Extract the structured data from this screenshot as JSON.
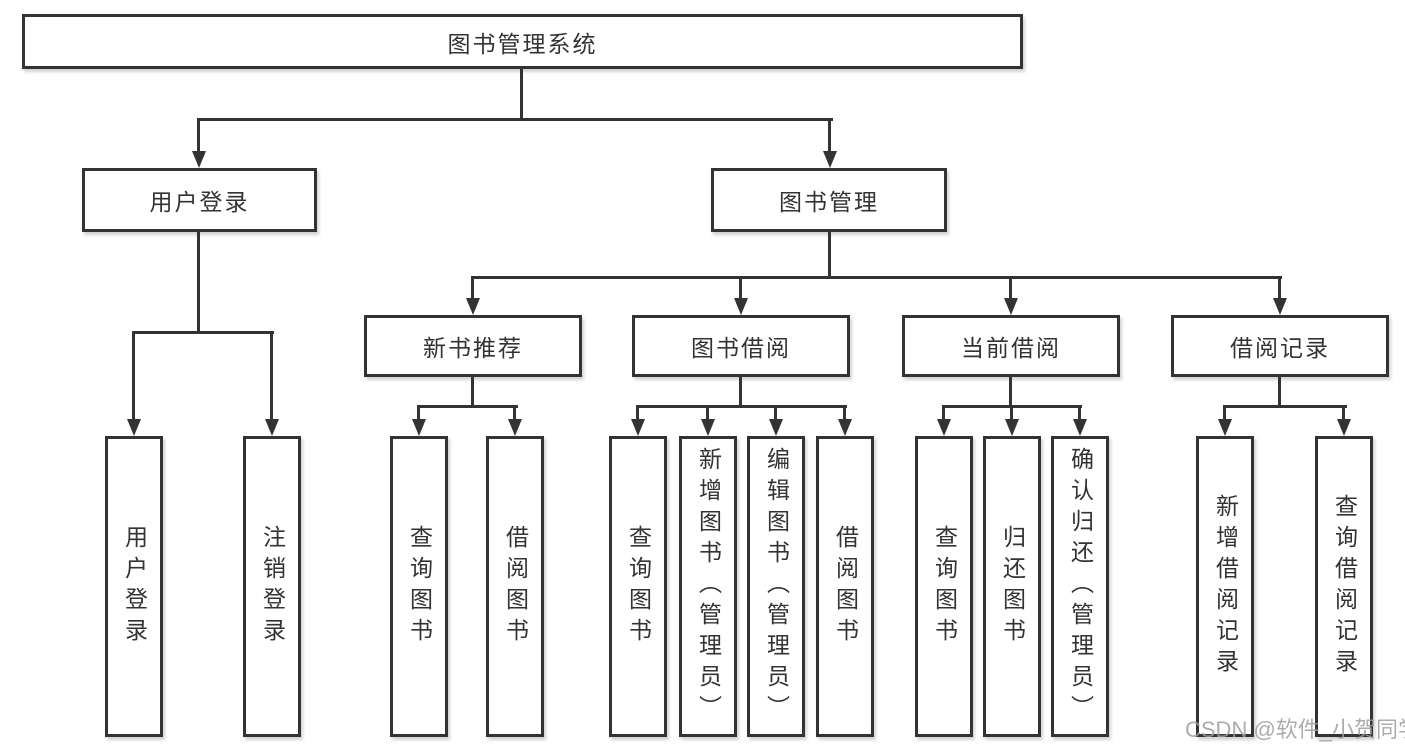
{
  "diagram": {
    "root": {
      "label": "图书管理系统"
    },
    "level2": [
      {
        "label": "用户登录"
      },
      {
        "label": "图书管理"
      }
    ],
    "level3": [
      {
        "label": "新书推荐"
      },
      {
        "label": "图书借阅"
      },
      {
        "label": "当前借阅"
      },
      {
        "label": "借阅记录"
      }
    ],
    "leaves": [
      {
        "label": "用户登录"
      },
      {
        "label": "注销登录"
      },
      {
        "label": "查询图书"
      },
      {
        "label": "借阅图书"
      },
      {
        "label": "查询图书"
      },
      {
        "label": "新增图书（管理员）"
      },
      {
        "label": "编辑图书（管理员）"
      },
      {
        "label": "借阅图书"
      },
      {
        "label": "查询图书"
      },
      {
        "label": "归还图书"
      },
      {
        "label": "确认归还（管理员）"
      },
      {
        "label": "新增借阅记录"
      },
      {
        "label": "查询借阅记录"
      }
    ]
  },
  "watermark": {
    "text": "CSDN @软件_小贺同学"
  },
  "colors": {
    "line": "#333333",
    "text": "#333333",
    "watermark": "#9e9e9e",
    "background": "#ffffff"
  }
}
